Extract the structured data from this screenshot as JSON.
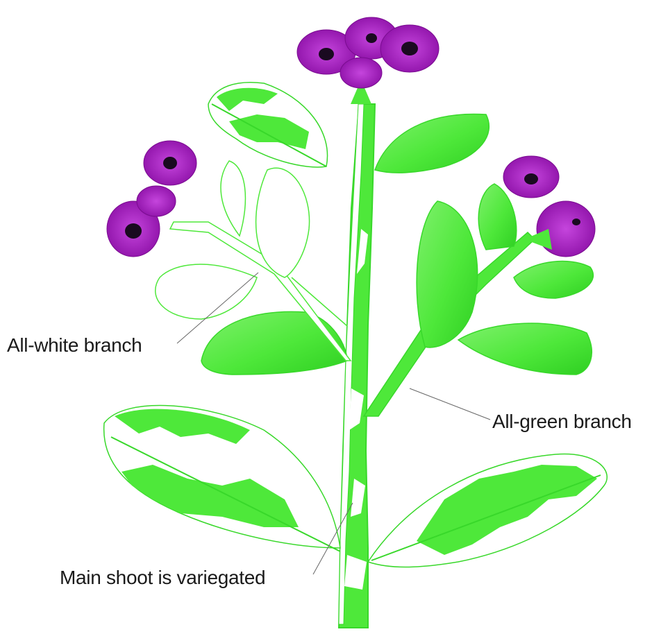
{
  "labels": {
    "all_white_branch": "All-white branch",
    "all_green_branch": "All-green branch",
    "main_shoot": "Main shoot is variegated"
  },
  "colors": {
    "leaf_green": "#4ee83a",
    "light_green": "#a9f59c",
    "outline_green": "#38d82a",
    "flower_purple": "#9a14b4",
    "flower_center": "#1a0a20",
    "leader_line": "#666666"
  }
}
